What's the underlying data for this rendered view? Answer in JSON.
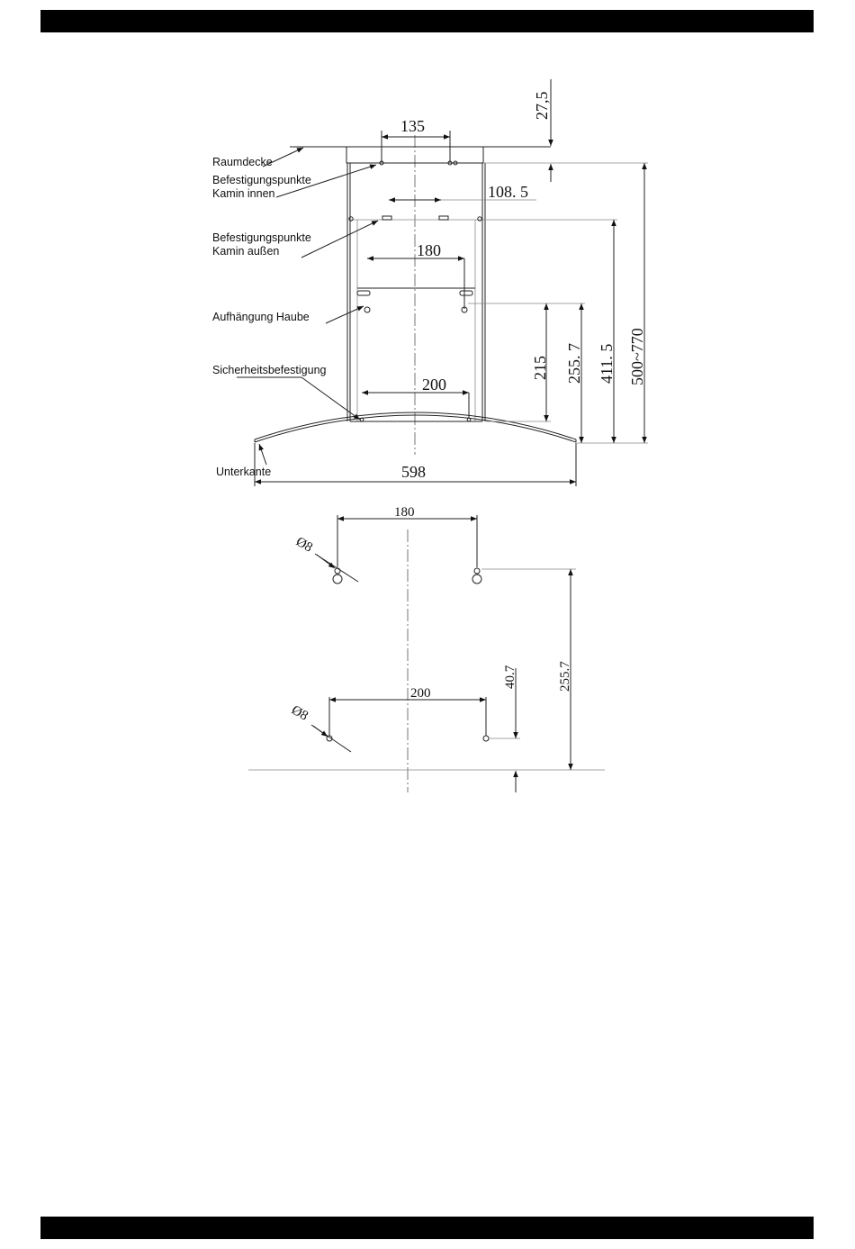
{
  "labels": {
    "raumdecke": "Raumdecke",
    "befestigung_innen_1": "Befestigungspunkte",
    "befestigung_innen_2": "Kamin innen",
    "befestigung_aussen_1": "Befestigungspunkte",
    "befestigung_aussen_2": "Kamin außen",
    "aufhaengung": "Aufhängung Haube",
    "sicherheit": "Sicherheitsbefestigung",
    "unterkante": "Unterkante"
  },
  "dims_top": {
    "d135": "135",
    "d27_5": "27,5",
    "d108_5": "108. 5",
    "d180": "180",
    "d200": "200",
    "d598": "598",
    "d215": "215",
    "d255_7": "255. 7",
    "d411_5": "411. 5",
    "d500_770": "500~770"
  },
  "dims_bottom": {
    "d180": "180",
    "d200": "200",
    "d40_7": "40.7",
    "d255_7": "255.7",
    "dia1": "Ø8",
    "dia2": "Ø8"
  }
}
